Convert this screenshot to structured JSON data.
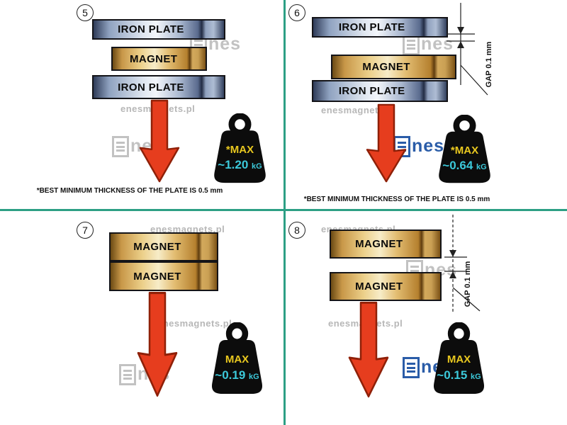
{
  "watermark": {
    "site": "enesmagnets.pl",
    "logo": "nes"
  },
  "colors": {
    "divider": "#2d9f85",
    "arrow_red": "#e63d1e",
    "weight_black": "#0c0c0c",
    "max_label_yellow": "#e9c81f",
    "value_cyan": "#3cc9da",
    "watermark_gray": "#c2c2c2",
    "logo_blue": "#2a5ca8"
  },
  "panels": [
    {
      "number": "5",
      "layers": [
        {
          "label": "IRON PLATE",
          "type": "plate"
        },
        {
          "label": "MAGNET",
          "type": "magnet"
        },
        {
          "label": "IRON PLATE",
          "type": "plate"
        }
      ],
      "weight": {
        "label": "*MAX",
        "value": "~1.20",
        "unit": "kG"
      },
      "footnote": "*BEST MINIMUM THICKNESS OF THE PLATE IS 0.5 mm"
    },
    {
      "number": "6",
      "layers": [
        {
          "label": "IRON PLATE",
          "type": "plate"
        },
        {
          "label": "MAGNET",
          "type": "magnet"
        },
        {
          "label": "IRON PLATE",
          "type": "plate"
        }
      ],
      "gap_label": "GAP 0.1 mm",
      "weight": {
        "label": "*MAX",
        "value": "~0.64",
        "unit": "kG"
      },
      "footnote": "*BEST MINIMUM THICKNESS OF THE PLATE IS 0.5 mm"
    },
    {
      "number": "7",
      "layers": [
        {
          "label": "MAGNET",
          "type": "magnet"
        },
        {
          "label": "MAGNET",
          "type": "magnet"
        }
      ],
      "weight": {
        "label": "MAX",
        "value": "~0.19",
        "unit": "kG"
      }
    },
    {
      "number": "8",
      "layers": [
        {
          "label": "MAGNET",
          "type": "magnet"
        },
        {
          "label": "MAGNET",
          "type": "magnet"
        }
      ],
      "gap_label": "GAP 0.1 mm",
      "weight": {
        "label": "MAX",
        "value": "~0.15",
        "unit": "kG"
      }
    }
  ]
}
